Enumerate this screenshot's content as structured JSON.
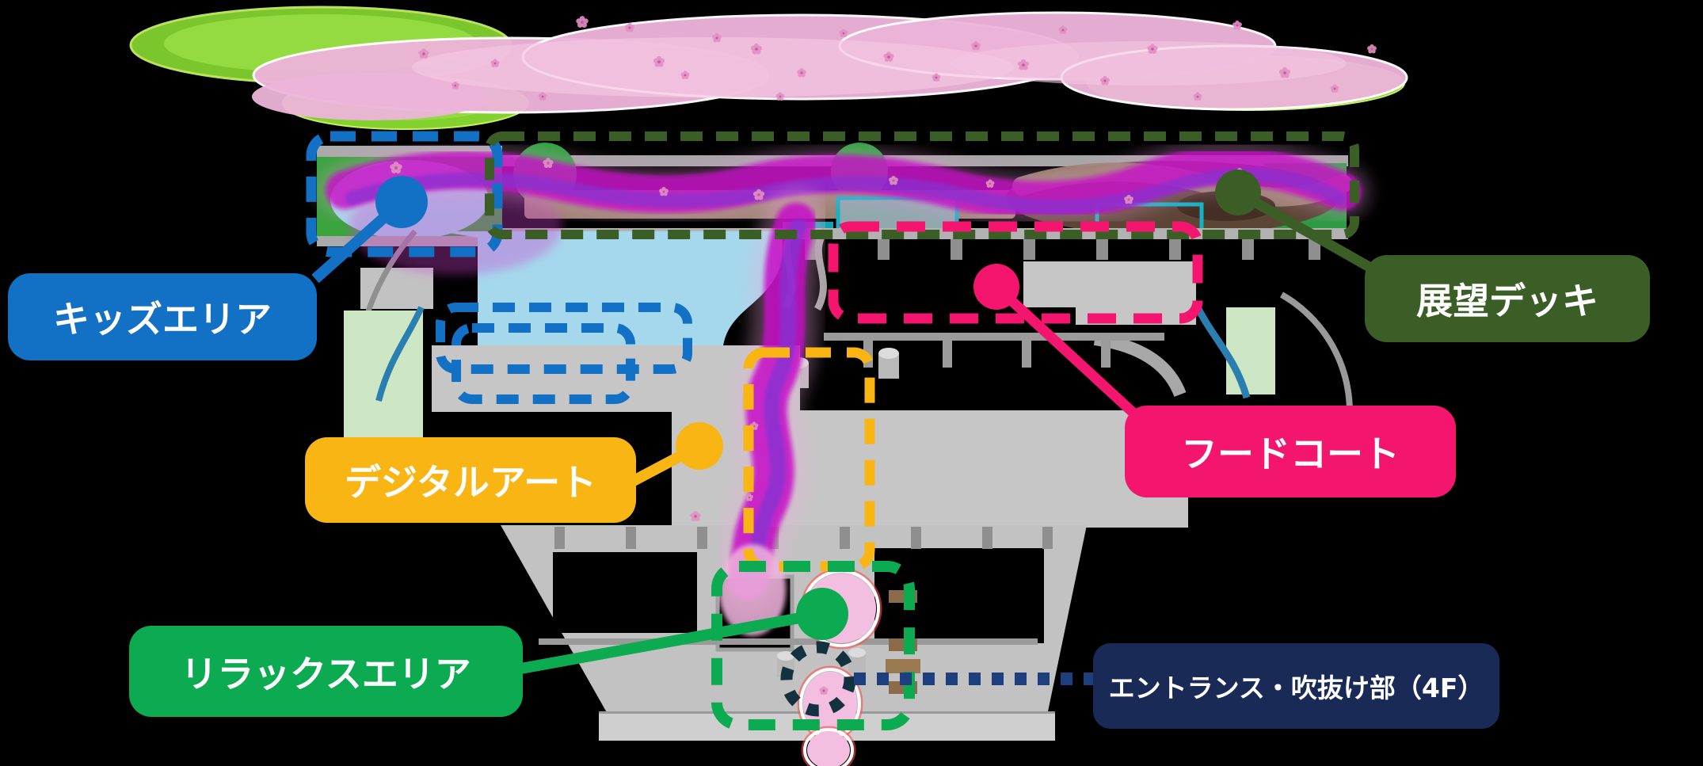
{
  "diagram": {
    "type": "floor-map-infographic",
    "background": "#000000",
    "floor_color": "#c6c6c6",
    "areas": [
      {
        "id": "kids-area",
        "label": "キッズエリア",
        "color": "#1271c4"
      },
      {
        "id": "observation-deck",
        "label": "展望デッキ",
        "color": "#3b5e26"
      },
      {
        "id": "digital-art",
        "label": "デジタルアート",
        "color": "#f9b513"
      },
      {
        "id": "food-court",
        "label": "フードコート",
        "color": "#f3156e"
      },
      {
        "id": "relax-area",
        "label": "リラックスエリア",
        "color": "#0caa51"
      },
      {
        "id": "entrance-atrium",
        "label": "エントランス・吹抜け部（4F）",
        "color": "#1a2a56"
      }
    ],
    "decorations": {
      "tree_color": "#82d12f",
      "sakura_cloud_color": "#edb4d9",
      "sakura_petal_color": "#e090c2",
      "sakura_center_color": "#c9579f",
      "art_ribbon_colors": [
        "#c711c7",
        "#8633d1"
      ],
      "entrance_dot_color": "#1d3f7e",
      "pool_color": "#a5d8ec"
    }
  }
}
